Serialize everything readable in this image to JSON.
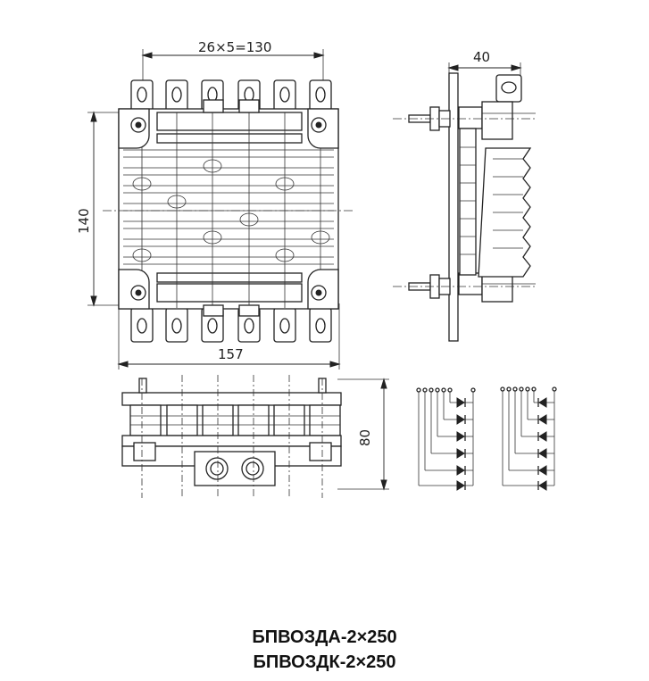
{
  "dimensions": {
    "terminal_pitch": "26×5=130",
    "height": "140",
    "width": "157",
    "side_depth": "40",
    "front_height": "80"
  },
  "titles": [
    "БПВОЗДА-2×250",
    "БПВОЗДК-2×250"
  ]
}
